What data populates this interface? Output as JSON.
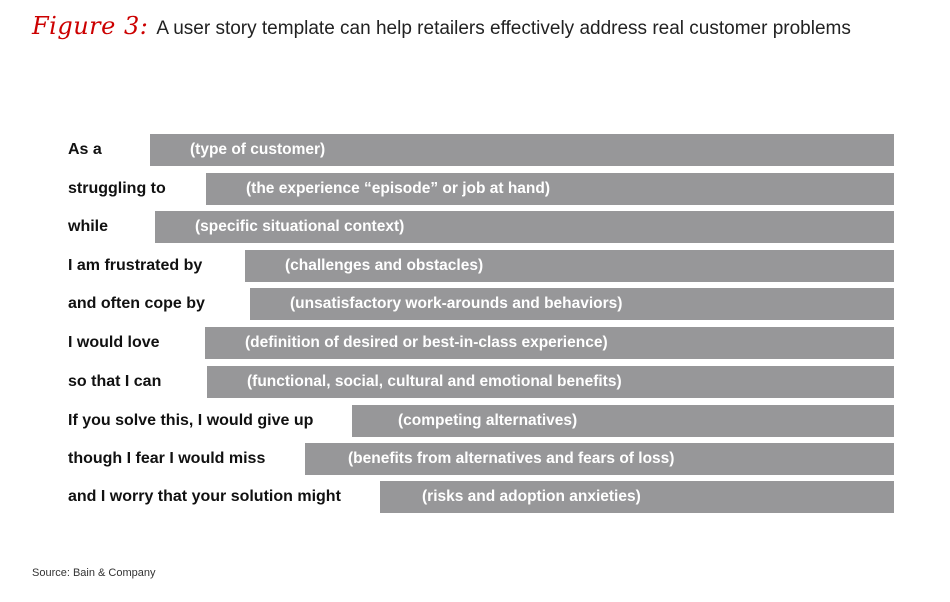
{
  "header": {
    "figure_label": "Figure 3:",
    "title": "A user story template can help retailers effectively address real customer problems"
  },
  "rows": [
    {
      "label": "As a",
      "placeholder": "(type of customer)"
    },
    {
      "label": "struggling to",
      "placeholder": "(the experience “episode” or job at hand)"
    },
    {
      "label": "while",
      "placeholder": "(specific situational context)"
    },
    {
      "label": "I am frustrated by",
      "placeholder": "(challenges and obstacles)"
    },
    {
      "label": "and often cope by",
      "placeholder": "(unsatisfactory work-arounds and behaviors)"
    },
    {
      "label": "I would love",
      "placeholder": "(definition of desired or best-in-class experience)"
    },
    {
      "label": "so that I can",
      "placeholder": "(functional, social, cultural and emotional benefits)"
    },
    {
      "label": "If you solve this, I would give up",
      "placeholder": "(competing alternatives)"
    },
    {
      "label": "though I fear I would miss",
      "placeholder": "(benefits from alternatives and fears of loss)"
    },
    {
      "label": "and I worry that your solution might",
      "placeholder": "(risks and adoption anxieties)"
    }
  ],
  "source": "Source: Bain & Company",
  "colors": {
    "figure_label": "#cc0000",
    "bar_fill": "#979799",
    "bar_text": "#ffffff"
  }
}
